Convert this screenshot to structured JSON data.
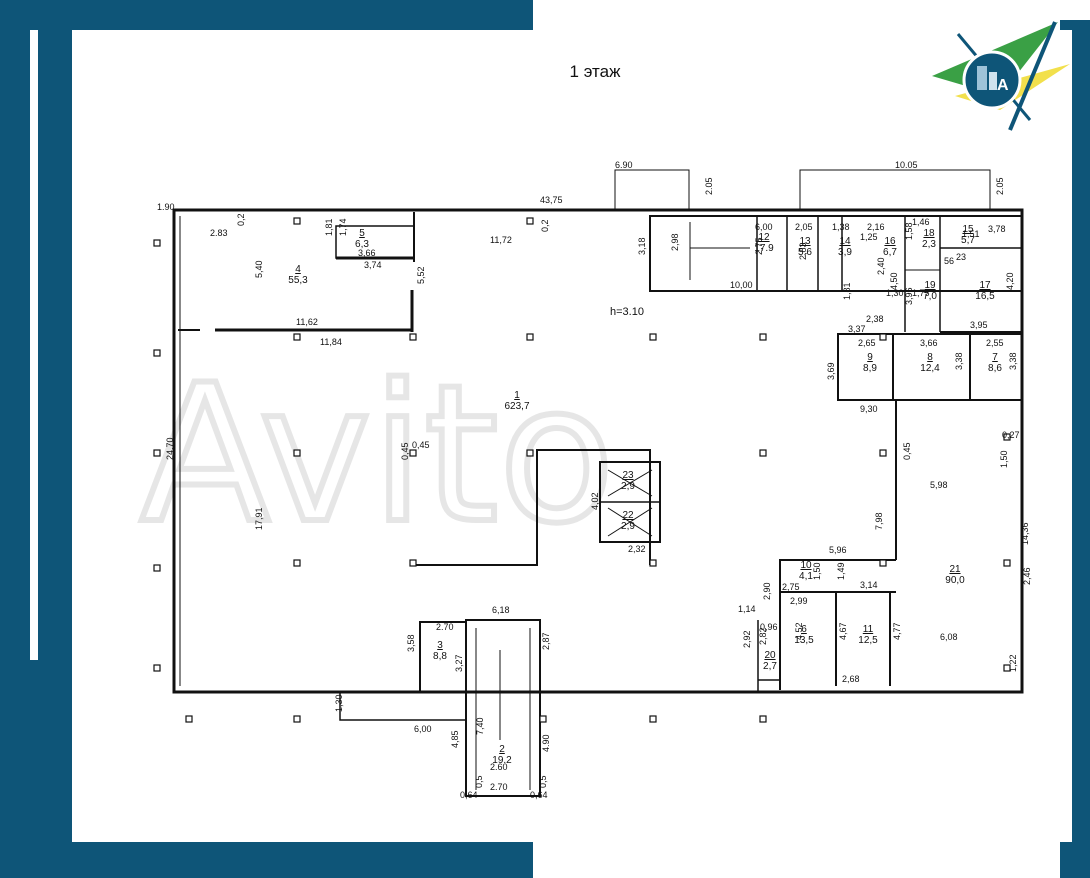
{
  "title": "1 этаж",
  "watermark": "Avito",
  "logo": {
    "name": "agency-logo",
    "colors": [
      "#0e5578",
      "#f2e04c",
      "#3aa045"
    ]
  },
  "colors": {
    "frame": "#0e5578",
    "wall": "#111111",
    "sheet": "#ffffff"
  },
  "ceiling_height": "h=3.10",
  "rooms": [
    {
      "num": "1",
      "area": "623,7"
    },
    {
      "num": "2",
      "area": "19.2"
    },
    {
      "num": "3",
      "area": "8,8"
    },
    {
      "num": "4",
      "area": "55,3"
    },
    {
      "num": "5",
      "area": "6,3"
    },
    {
      "num": "6",
      "area": "13,5"
    },
    {
      "num": "7",
      "area": "8,6"
    },
    {
      "num": "8",
      "area": "12,4"
    },
    {
      "num": "9",
      "area": "8,9"
    },
    {
      "num": "10",
      "area": "4,1"
    },
    {
      "num": "11",
      "area": "12,5"
    },
    {
      "num": "12",
      "area": "17.9"
    },
    {
      "num": "13",
      "area": "5,6"
    },
    {
      "num": "14",
      "area": "3,9"
    },
    {
      "num": "15",
      "area": "5,7"
    },
    {
      "num": "16",
      "area": "6,7"
    },
    {
      "num": "17",
      "area": "16,5"
    },
    {
      "num": "18",
      "area": "2,3"
    },
    {
      "num": "19",
      "area": "7,0"
    },
    {
      "num": "20",
      "area": "2,7"
    },
    {
      "num": "21",
      "area": "90,0"
    },
    {
      "num": "22",
      "area": "2,9"
    },
    {
      "num": "23",
      "area": "2,9"
    }
  ],
  "dimensions": [
    "1.90",
    "43,75",
    "6.90",
    "2.05",
    "10.05",
    "2.05",
    "2.83",
    "0,2",
    "1,81",
    "1,74",
    "3,66",
    "3,74",
    "11,72",
    "0,2",
    "5,40",
    "5,52",
    "11,62",
    "11,84",
    "3,18",
    "2,98",
    "6,00",
    "2,05",
    "1,38",
    "2,16",
    "1,46",
    "1,51",
    "3,78",
    "2,75",
    "2,83",
    "1,25",
    "1,58",
    "10,00",
    "2,40",
    "4,50",
    "1,75",
    "3,96",
    "1,81",
    "1,30",
    "2,38",
    "4,20",
    "3,37",
    "3,95",
    "2,65",
    "3,66",
    "2,55",
    "3,69",
    "3,38",
    "3,38",
    "9,30",
    "24,70",
    "17,91",
    "0,45",
    "0,45",
    "0,45",
    "0,27",
    "1,50",
    "5,98",
    "4,02",
    "2,32",
    "7,98",
    "14,36",
    "5,96",
    "2,90",
    "2,75",
    "1,50",
    "1,49",
    "3,14",
    "2,99",
    "2,46",
    "1,14",
    "0,96",
    "2,82",
    "2,92",
    "4,52",
    "4,67",
    "4,77",
    "6,08",
    "1,22",
    "2,68",
    "6,18",
    "2.70",
    "3,58",
    "3,27",
    "2,87",
    "1,30",
    "6,00",
    "7,40",
    "4,85",
    "4.90",
    "2.60",
    "0,64",
    "2.70",
    "0,64",
    "0,5",
    "0,5",
    "56",
    "23"
  ]
}
